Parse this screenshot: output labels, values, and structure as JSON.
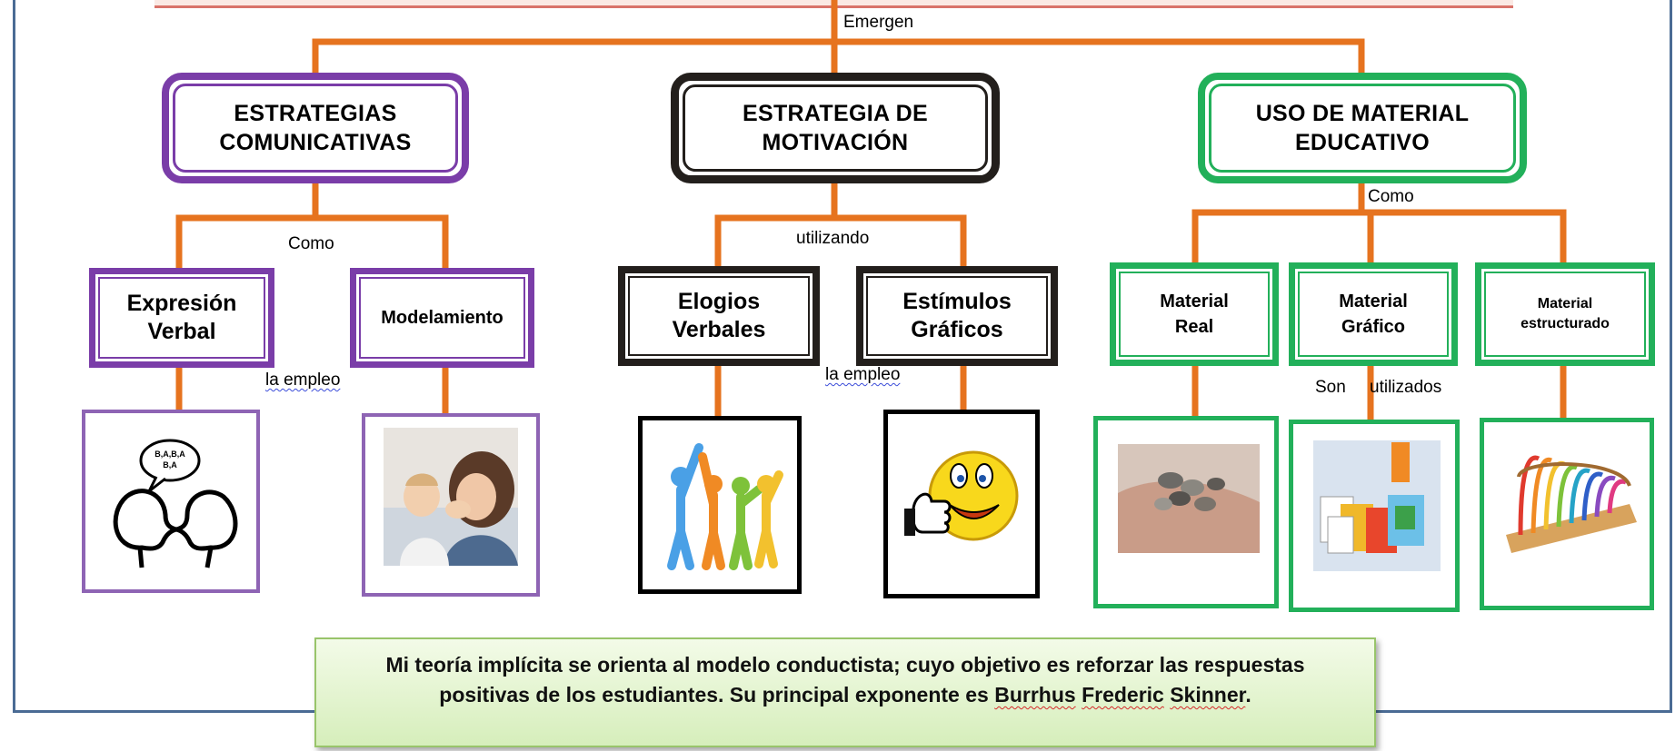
{
  "connectors": {
    "emergen": "Emergen",
    "como_left": "Como",
    "utilizando": "utilizando",
    "como_right": "Como",
    "la_empleo_1": "la empleo",
    "la_empleo_2": "la empleo",
    "son": "Son",
    "utilizados": "utilizados"
  },
  "branches": [
    {
      "title_line1": "ESTRATEGIAS",
      "title_line2": "COMUNICATIVAS",
      "children": [
        {
          "line1": "Expresión",
          "line2": "Verbal"
        },
        {
          "line1": "Modelamiento",
          "line2": ""
        }
      ]
    },
    {
      "title_line1": "ESTRATEGIA DE",
      "title_line2": "MOTIVACIÓN",
      "children": [
        {
          "line1": "Elogios",
          "line2": "Verbales"
        },
        {
          "line1": "Estímulos",
          "line2": "Gráficos"
        }
      ]
    },
    {
      "title_line1": "USO DE MATERIAL",
      "title_line2": "EDUCATIVO",
      "children": [
        {
          "line1": "Material",
          "line2": "Real"
        },
        {
          "line1": "Material",
          "line2": "Gráfico"
        },
        {
          "line1": "Material",
          "line2": "estructurado"
        }
      ]
    }
  ],
  "images": {
    "speech_bubble_text_1": "B,A,B,A",
    "speech_bubble_text_2": "B,A"
  },
  "note": {
    "part1": "Mi teoría implícita se orienta al modelo conductista;  cuyo objetivo es reforzar  las respuestas  positivas  de los estudiantes.  Su principal  exponente es ",
    "name1": "Burrhus",
    "space": " ",
    "name2": "Frederic",
    "space2": " ",
    "name3": "Skinner",
    "end": "."
  },
  "colors": {
    "connector": "#e6731f",
    "purple": "#7a3da8",
    "black": "#231f1c",
    "green": "#22b05a",
    "outer_frame": "#4a6b94",
    "note_bg": "#e4f5d0"
  }
}
